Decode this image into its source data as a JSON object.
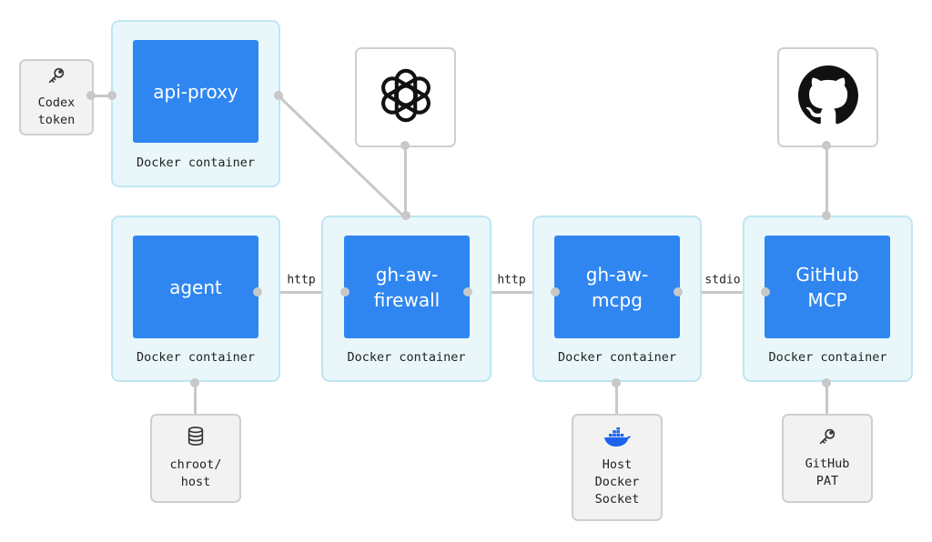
{
  "containers": [
    {
      "id": "api-proxy",
      "service_label": "api-proxy",
      "caption": "Docker container"
    },
    {
      "id": "agent",
      "service_label": "agent",
      "caption": "Docker container"
    },
    {
      "id": "firewall",
      "service_label": "gh-aw-\nfirewall",
      "caption": "Docker container"
    },
    {
      "id": "mcpg",
      "service_label": "gh-aw-\nmcpg",
      "caption": "Docker container"
    },
    {
      "id": "github-mcp",
      "service_label": "GitHub\nMCP",
      "caption": "Docker container"
    }
  ],
  "resources": [
    {
      "id": "codex-token",
      "label": "Codex\ntoken",
      "icon": "key-icon"
    },
    {
      "id": "chroot-host",
      "label": "chroot/\nhost",
      "icon": "database-icon"
    },
    {
      "id": "host-docker-socket",
      "label": "Host\nDocker\nSocket",
      "icon": "docker-icon"
    },
    {
      "id": "github-pat",
      "label": "GitHub\nPAT",
      "icon": "key-icon"
    }
  ],
  "logos": [
    {
      "id": "openai",
      "icon": "openai-logo-icon"
    },
    {
      "id": "github",
      "icon": "github-logo-icon"
    }
  ],
  "edges": [
    {
      "id": "agent-firewall",
      "label": "http"
    },
    {
      "id": "firewall-mcpg",
      "label": "http"
    },
    {
      "id": "mcpg-githubmcp",
      "label": "stdio"
    }
  ],
  "colors": {
    "service": "#2f86f0",
    "container_fill": "#e9f7fb",
    "container_border": "#bfe6f2",
    "resource_fill": "#f2f2f2",
    "connector": "#c8c8c8"
  }
}
